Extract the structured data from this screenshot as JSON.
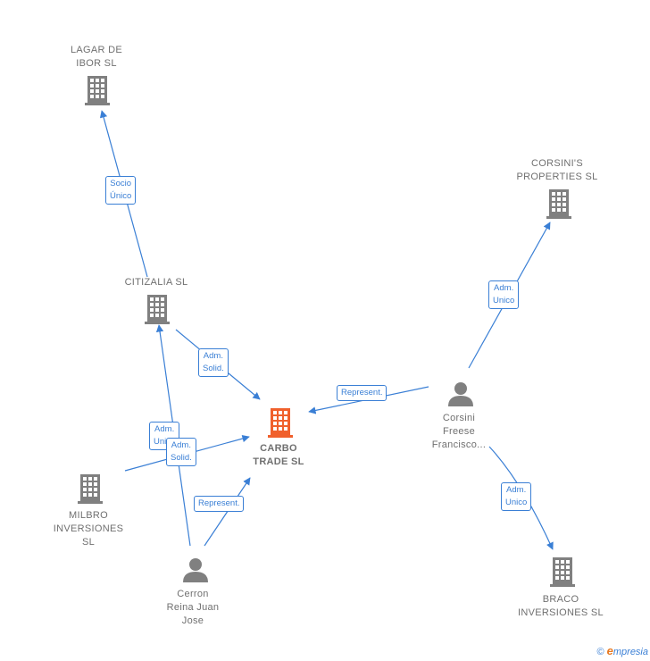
{
  "colors": {
    "edge": "#3a7fd5",
    "company_icon": "#808080",
    "center_icon": "#f0602c",
    "person_icon": "#808080"
  },
  "nodes": {
    "lagar": {
      "lines": [
        "LAGAR DE",
        "IBOR  SL"
      ],
      "icon": "building-icon"
    },
    "citizalia": {
      "lines": [
        "CITIZALIA  SL"
      ],
      "icon": "building-icon"
    },
    "carbo": {
      "lines": [
        "CARBO",
        "TRADE  SL"
      ],
      "icon": "building-icon"
    },
    "corsinis": {
      "lines": [
        "CORSINI'S",
        "PROPERTIES SL"
      ],
      "icon": "building-icon"
    },
    "corsini_person": {
      "lines": [
        "Corsini",
        "Freese",
        "Francisco..."
      ],
      "icon": "person-icon"
    },
    "milbro": {
      "lines": [
        "MILBRO",
        "INVERSIONES",
        "SL"
      ],
      "icon": "building-icon"
    },
    "cerron": {
      "lines": [
        "Cerron",
        "Reina Juan",
        "Jose"
      ],
      "icon": "person-icon"
    },
    "braco": {
      "lines": [
        "BRACO",
        "INVERSIONES SL"
      ],
      "icon": "building-icon"
    }
  },
  "edges": {
    "socio_unico": [
      "Socio",
      "Único"
    ],
    "citizalia_adm_solid": [
      "Adm.",
      "Solid."
    ],
    "represent_corsini": [
      "Represent."
    ],
    "corsini_adm_unico_props": [
      "Adm.",
      "Unico"
    ],
    "corsini_adm_unico_braco": [
      "Adm.",
      "Unico"
    ],
    "milbro_adm_unico": [
      "Adm.",
      "Unico"
    ],
    "cerron_adm_solid": [
      "Adm.",
      "Solid."
    ],
    "cerron_represent": [
      "Represent."
    ]
  },
  "brand": {
    "copyright": "©",
    "e": "e",
    "rest": "mpresia"
  }
}
